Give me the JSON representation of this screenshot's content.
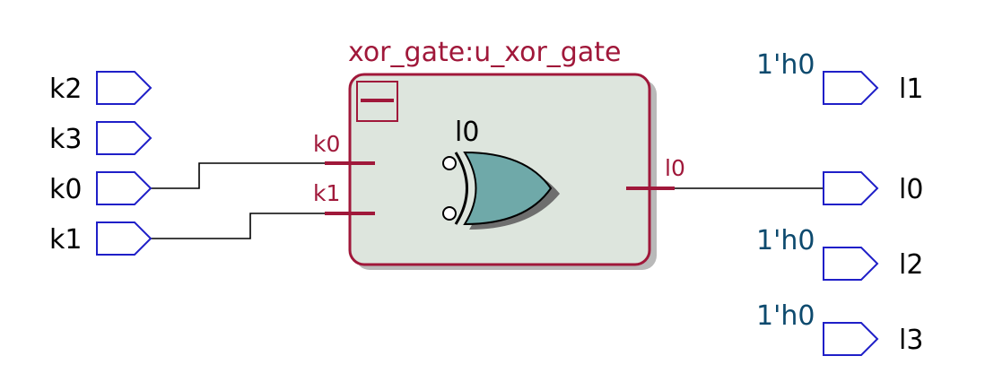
{
  "colors": {
    "port_outline": "#1f1fc8",
    "wire": "#000000",
    "instance_accent": "#a0183a",
    "instance_fill": "#dde5dd",
    "instance_shadow": "#b9b9b9",
    "gate_fill": "#6fa9a9",
    "gate_shadow": "#6e6e6e",
    "constant_text": "#0d4a6e",
    "label_text": "#000000"
  },
  "inputs": [
    {
      "label": "k2",
      "connected": false
    },
    {
      "label": "k3",
      "connected": false
    },
    {
      "label": "k0",
      "connected": true
    },
    {
      "label": "k1",
      "connected": true
    }
  ],
  "instance": {
    "title": "xor_gate:u_xor_gate",
    "collapse_icon": "minus-icon",
    "pin_in_a": "k0",
    "pin_in_b": "k1",
    "pin_out": "l0",
    "gate": {
      "label": "l0",
      "type": "xor-gate-icon"
    }
  },
  "outputs": [
    {
      "label": "l1",
      "constant": "1'h0"
    },
    {
      "label": "l0",
      "constant": ""
    },
    {
      "label": "l2",
      "constant": "1'h0"
    },
    {
      "label": "l3",
      "constant": "1'h0"
    }
  ]
}
